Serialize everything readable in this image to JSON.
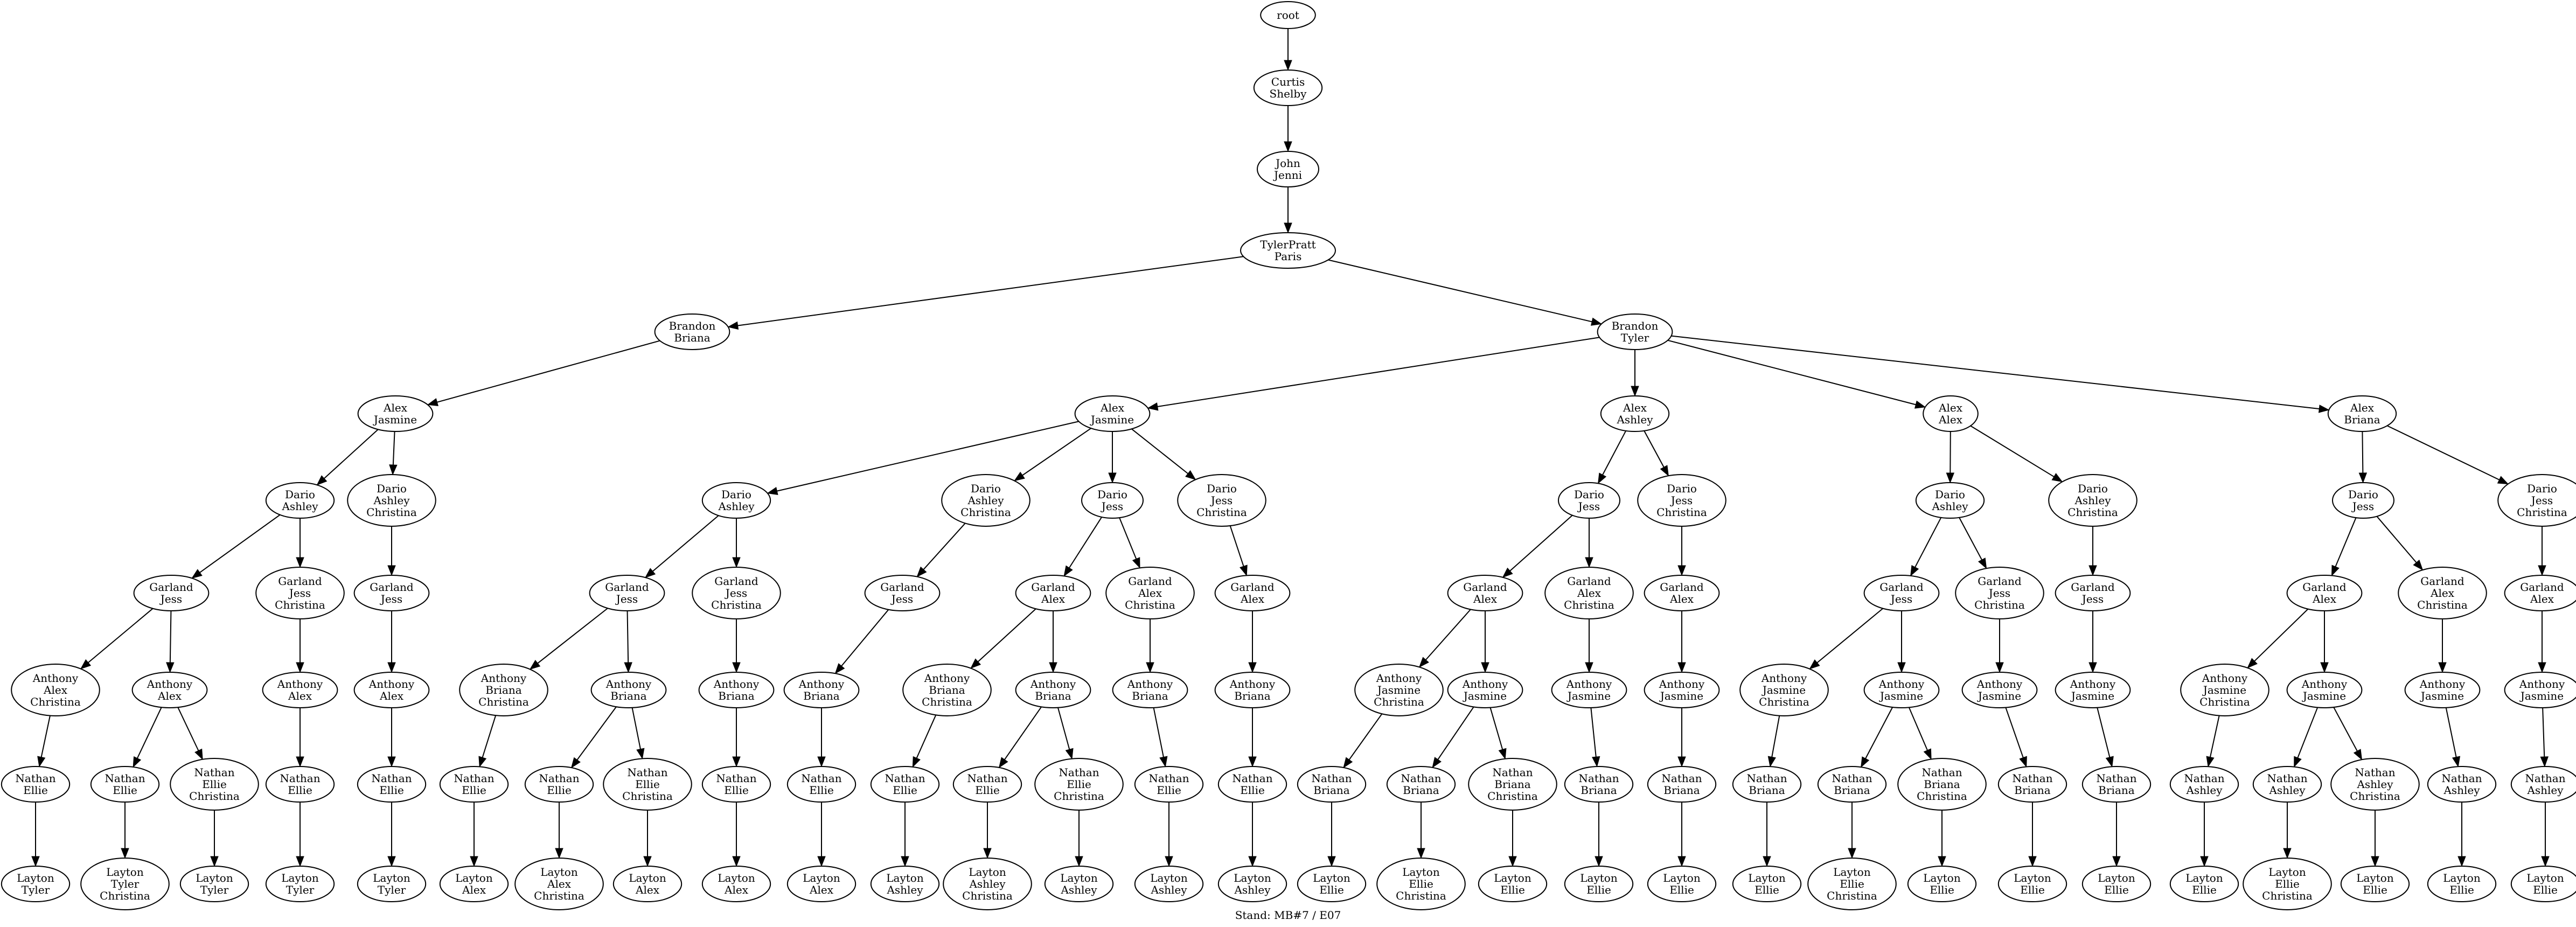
{
  "caption": "Stand: MB#7 / E07",
  "nodes": [
    {
      "id": "n0",
      "lines": [
        "root"
      ]
    },
    {
      "id": "n1",
      "lines": [
        "Curtis",
        "Shelby"
      ]
    },
    {
      "id": "n2",
      "lines": [
        "John",
        "Jenni"
      ]
    },
    {
      "id": "n3",
      "lines": [
        "TylerPratt",
        "Paris"
      ]
    },
    {
      "id": "n4",
      "lines": [
        "Brandon",
        "Briana"
      ]
    },
    {
      "id": "n5",
      "lines": [
        "Brandon",
        "Tyler"
      ]
    },
    {
      "id": "n6",
      "lines": [
        "Alex",
        "Jasmine"
      ]
    },
    {
      "id": "n7",
      "lines": [
        "Alex",
        "Jasmine"
      ]
    },
    {
      "id": "n8",
      "lines": [
        "Alex",
        "Ashley"
      ]
    },
    {
      "id": "n9",
      "lines": [
        "Alex",
        "Alex"
      ]
    },
    {
      "id": "n10",
      "lines": [
        "Alex",
        "Briana"
      ]
    },
    {
      "id": "n11",
      "lines": [
        "Dario",
        "Ashley"
      ]
    },
    {
      "id": "n12",
      "lines": [
        "Dario",
        "Ashley",
        "Christina"
      ]
    },
    {
      "id": "n13",
      "lines": [
        "Dario",
        "Ashley"
      ]
    },
    {
      "id": "n14",
      "lines": [
        "Dario",
        "Ashley",
        "Christina"
      ]
    },
    {
      "id": "n15",
      "lines": [
        "Dario",
        "Jess"
      ]
    },
    {
      "id": "n16",
      "lines": [
        "Dario",
        "Jess",
        "Christina"
      ]
    },
    {
      "id": "n17",
      "lines": [
        "Dario",
        "Jess"
      ]
    },
    {
      "id": "n18",
      "lines": [
        "Dario",
        "Jess",
        "Christina"
      ]
    },
    {
      "id": "n19",
      "lines": [
        "Dario",
        "Ashley"
      ]
    },
    {
      "id": "n20",
      "lines": [
        "Dario",
        "Ashley",
        "Christina"
      ]
    },
    {
      "id": "n21",
      "lines": [
        "Dario",
        "Jess"
      ]
    },
    {
      "id": "n22",
      "lines": [
        "Dario",
        "Jess",
        "Christina"
      ]
    },
    {
      "id": "n23",
      "lines": [
        "Garland",
        "Jess"
      ]
    },
    {
      "id": "n24",
      "lines": [
        "Garland",
        "Jess",
        "Christina"
      ]
    },
    {
      "id": "n25",
      "lines": [
        "Garland",
        "Jess"
      ]
    },
    {
      "id": "n26",
      "lines": [
        "Garland",
        "Jess"
      ]
    },
    {
      "id": "n27",
      "lines": [
        "Garland",
        "Jess",
        "Christina"
      ]
    },
    {
      "id": "n28",
      "lines": [
        "Garland",
        "Jess"
      ]
    },
    {
      "id": "n29",
      "lines": [
        "Garland",
        "Alex"
      ]
    },
    {
      "id": "n30",
      "lines": [
        "Garland",
        "Alex",
        "Christina"
      ]
    },
    {
      "id": "n31",
      "lines": [
        "Garland",
        "Alex"
      ]
    },
    {
      "id": "n32",
      "lines": [
        "Garland",
        "Alex"
      ]
    },
    {
      "id": "n33",
      "lines": [
        "Garland",
        "Alex",
        "Christina"
      ]
    },
    {
      "id": "n34",
      "lines": [
        "Garland",
        "Alex"
      ]
    },
    {
      "id": "n35",
      "lines": [
        "Garland",
        "Jess"
      ]
    },
    {
      "id": "n36",
      "lines": [
        "Garland",
        "Jess",
        "Christina"
      ]
    },
    {
      "id": "n37",
      "lines": [
        "Garland",
        "Jess"
      ]
    },
    {
      "id": "n38",
      "lines": [
        "Garland",
        "Alex"
      ]
    },
    {
      "id": "n39",
      "lines": [
        "Garland",
        "Alex",
        "Christina"
      ]
    },
    {
      "id": "n40",
      "lines": [
        "Garland",
        "Alex"
      ]
    },
    {
      "id": "n41",
      "lines": [
        "Anthony",
        "Alex",
        "Christina"
      ]
    },
    {
      "id": "n42",
      "lines": [
        "Anthony",
        "Alex"
      ]
    },
    {
      "id": "n43",
      "lines": [
        "Anthony",
        "Alex"
      ]
    },
    {
      "id": "n44",
      "lines": [
        "Anthony",
        "Alex"
      ]
    },
    {
      "id": "n45",
      "lines": [
        "Anthony",
        "Briana",
        "Christina"
      ]
    },
    {
      "id": "n46",
      "lines": [
        "Anthony",
        "Briana"
      ]
    },
    {
      "id": "n47",
      "lines": [
        "Anthony",
        "Briana"
      ]
    },
    {
      "id": "n48",
      "lines": [
        "Anthony",
        "Briana"
      ]
    },
    {
      "id": "n49",
      "lines": [
        "Anthony",
        "Briana",
        "Christina"
      ]
    },
    {
      "id": "n50",
      "lines": [
        "Anthony",
        "Briana"
      ]
    },
    {
      "id": "n51",
      "lines": [
        "Anthony",
        "Briana"
      ]
    },
    {
      "id": "n52",
      "lines": [
        "Anthony",
        "Briana"
      ]
    },
    {
      "id": "n53",
      "lines": [
        "Anthony",
        "Jasmine",
        "Christina"
      ]
    },
    {
      "id": "n54",
      "lines": [
        "Anthony",
        "Jasmine"
      ]
    },
    {
      "id": "n55",
      "lines": [
        "Anthony",
        "Jasmine"
      ]
    },
    {
      "id": "n56",
      "lines": [
        "Anthony",
        "Jasmine"
      ]
    },
    {
      "id": "n57",
      "lines": [
        "Anthony",
        "Jasmine",
        "Christina"
      ]
    },
    {
      "id": "n58",
      "lines": [
        "Anthony",
        "Jasmine"
      ]
    },
    {
      "id": "n59",
      "lines": [
        "Anthony",
        "Jasmine"
      ]
    },
    {
      "id": "n60",
      "lines": [
        "Anthony",
        "Jasmine"
      ]
    },
    {
      "id": "n61",
      "lines": [
        "Anthony",
        "Jasmine",
        "Christina"
      ]
    },
    {
      "id": "n62",
      "lines": [
        "Anthony",
        "Jasmine"
      ]
    },
    {
      "id": "n63",
      "lines": [
        "Anthony",
        "Jasmine"
      ]
    },
    {
      "id": "n64",
      "lines": [
        "Anthony",
        "Jasmine"
      ]
    },
    {
      "id": "n65",
      "lines": [
        "Nathan",
        "Ellie"
      ]
    },
    {
      "id": "n66",
      "lines": [
        "Nathan",
        "Ellie"
      ]
    },
    {
      "id": "n67",
      "lines": [
        "Nathan",
        "Ellie",
        "Christina"
      ]
    },
    {
      "id": "n68",
      "lines": [
        "Nathan",
        "Ellie"
      ]
    },
    {
      "id": "n69",
      "lines": [
        "Nathan",
        "Ellie"
      ]
    },
    {
      "id": "n70",
      "lines": [
        "Nathan",
        "Ellie"
      ]
    },
    {
      "id": "n71",
      "lines": [
        "Nathan",
        "Ellie"
      ]
    },
    {
      "id": "n72",
      "lines": [
        "Nathan",
        "Ellie",
        "Christina"
      ]
    },
    {
      "id": "n73",
      "lines": [
        "Nathan",
        "Ellie"
      ]
    },
    {
      "id": "n74",
      "lines": [
        "Nathan",
        "Ellie"
      ]
    },
    {
      "id": "n75",
      "lines": [
        "Nathan",
        "Ellie"
      ]
    },
    {
      "id": "n76",
      "lines": [
        "Nathan",
        "Ellie"
      ]
    },
    {
      "id": "n77",
      "lines": [
        "Nathan",
        "Ellie",
        "Christina"
      ]
    },
    {
      "id": "n78",
      "lines": [
        "Nathan",
        "Ellie"
      ]
    },
    {
      "id": "n79",
      "lines": [
        "Nathan",
        "Ellie"
      ]
    },
    {
      "id": "n80",
      "lines": [
        "Nathan",
        "Briana"
      ]
    },
    {
      "id": "n81",
      "lines": [
        "Nathan",
        "Briana"
      ]
    },
    {
      "id": "n82",
      "lines": [
        "Nathan",
        "Briana",
        "Christina"
      ]
    },
    {
      "id": "n83",
      "lines": [
        "Nathan",
        "Briana"
      ]
    },
    {
      "id": "n84",
      "lines": [
        "Nathan",
        "Briana"
      ]
    },
    {
      "id": "n85",
      "lines": [
        "Nathan",
        "Briana"
      ]
    },
    {
      "id": "n86",
      "lines": [
        "Nathan",
        "Briana"
      ]
    },
    {
      "id": "n87",
      "lines": [
        "Nathan",
        "Briana",
        "Christina"
      ]
    },
    {
      "id": "n88",
      "lines": [
        "Nathan",
        "Briana"
      ]
    },
    {
      "id": "n89",
      "lines": [
        "Nathan",
        "Briana"
      ]
    },
    {
      "id": "n90",
      "lines": [
        "Nathan",
        "Ashley"
      ]
    },
    {
      "id": "n91",
      "lines": [
        "Nathan",
        "Ashley"
      ]
    },
    {
      "id": "n92",
      "lines": [
        "Nathan",
        "Ashley",
        "Christina"
      ]
    },
    {
      "id": "n93",
      "lines": [
        "Nathan",
        "Ashley"
      ]
    },
    {
      "id": "n94",
      "lines": [
        "Nathan",
        "Ashley"
      ]
    },
    {
      "id": "n95",
      "lines": [
        "Layton",
        "Tyler"
      ]
    },
    {
      "id": "n96",
      "lines": [
        "Layton",
        "Tyler",
        "Christina"
      ]
    },
    {
      "id": "n97",
      "lines": [
        "Layton",
        "Tyler"
      ]
    },
    {
      "id": "n98",
      "lines": [
        "Layton",
        "Tyler"
      ]
    },
    {
      "id": "n99",
      "lines": [
        "Layton",
        "Tyler"
      ]
    },
    {
      "id": "n100",
      "lines": [
        "Layton",
        "Alex"
      ]
    },
    {
      "id": "n101",
      "lines": [
        "Layton",
        "Alex",
        "Christina"
      ]
    },
    {
      "id": "n102",
      "lines": [
        "Layton",
        "Alex"
      ]
    },
    {
      "id": "n103",
      "lines": [
        "Layton",
        "Alex"
      ]
    },
    {
      "id": "n104",
      "lines": [
        "Layton",
        "Alex"
      ]
    },
    {
      "id": "n105",
      "lines": [
        "Layton",
        "Ashley"
      ]
    },
    {
      "id": "n106",
      "lines": [
        "Layton",
        "Ashley",
        "Christina"
      ]
    },
    {
      "id": "n107",
      "lines": [
        "Layton",
        "Ashley"
      ]
    },
    {
      "id": "n108",
      "lines": [
        "Layton",
        "Ashley"
      ]
    },
    {
      "id": "n109",
      "lines": [
        "Layton",
        "Ashley"
      ]
    },
    {
      "id": "n110",
      "lines": [
        "Layton",
        "Ellie"
      ]
    },
    {
      "id": "n111",
      "lines": [
        "Layton",
        "Ellie",
        "Christina"
      ]
    },
    {
      "id": "n112",
      "lines": [
        "Layton",
        "Ellie"
      ]
    },
    {
      "id": "n113",
      "lines": [
        "Layton",
        "Ellie"
      ]
    },
    {
      "id": "n114",
      "lines": [
        "Layton",
        "Ellie"
      ]
    },
    {
      "id": "n115",
      "lines": [
        "Layton",
        "Ellie"
      ]
    },
    {
      "id": "n116",
      "lines": [
        "Layton",
        "Ellie",
        "Christina"
      ]
    },
    {
      "id": "n117",
      "lines": [
        "Layton",
        "Ellie"
      ]
    },
    {
      "id": "n118",
      "lines": [
        "Layton",
        "Ellie"
      ]
    },
    {
      "id": "n119",
      "lines": [
        "Layton",
        "Ellie"
      ]
    },
    {
      "id": "n120",
      "lines": [
        "Layton",
        "Ellie"
      ]
    },
    {
      "id": "n121",
      "lines": [
        "Layton",
        "Ellie",
        "Christina"
      ]
    },
    {
      "id": "n122",
      "lines": [
        "Layton",
        "Ellie"
      ]
    },
    {
      "id": "n123",
      "lines": [
        "Layton",
        "Ellie"
      ]
    },
    {
      "id": "n124",
      "lines": [
        "Layton",
        "Ellie"
      ]
    }
  ],
  "edges": [
    [
      "n0",
      "n1"
    ],
    [
      "n1",
      "n2"
    ],
    [
      "n2",
      "n3"
    ],
    [
      "n3",
      "n4"
    ],
    [
      "n3",
      "n5"
    ],
    [
      "n4",
      "n6"
    ],
    [
      "n5",
      "n7"
    ],
    [
      "n5",
      "n8"
    ],
    [
      "n5",
      "n9"
    ],
    [
      "n5",
      "n10"
    ],
    [
      "n6",
      "n11"
    ],
    [
      "n6",
      "n12"
    ],
    [
      "n7",
      "n13"
    ],
    [
      "n7",
      "n14"
    ],
    [
      "n7",
      "n15"
    ],
    [
      "n7",
      "n16"
    ],
    [
      "n8",
      "n17"
    ],
    [
      "n8",
      "n18"
    ],
    [
      "n9",
      "n19"
    ],
    [
      "n9",
      "n20"
    ],
    [
      "n10",
      "n21"
    ],
    [
      "n10",
      "n22"
    ],
    [
      "n11",
      "n23"
    ],
    [
      "n11",
      "n24"
    ],
    [
      "n12",
      "n25"
    ],
    [
      "n13",
      "n26"
    ],
    [
      "n13",
      "n27"
    ],
    [
      "n14",
      "n28"
    ],
    [
      "n15",
      "n29"
    ],
    [
      "n15",
      "n30"
    ],
    [
      "n16",
      "n31"
    ],
    [
      "n17",
      "n32"
    ],
    [
      "n17",
      "n33"
    ],
    [
      "n18",
      "n34"
    ],
    [
      "n19",
      "n35"
    ],
    [
      "n19",
      "n36"
    ],
    [
      "n20",
      "n37"
    ],
    [
      "n21",
      "n38"
    ],
    [
      "n21",
      "n39"
    ],
    [
      "n22",
      "n40"
    ],
    [
      "n23",
      "n41"
    ],
    [
      "n23",
      "n42"
    ],
    [
      "n24",
      "n43"
    ],
    [
      "n25",
      "n44"
    ],
    [
      "n26",
      "n45"
    ],
    [
      "n26",
      "n46"
    ],
    [
      "n27",
      "n47"
    ],
    [
      "n28",
      "n48"
    ],
    [
      "n29",
      "n49"
    ],
    [
      "n29",
      "n50"
    ],
    [
      "n30",
      "n51"
    ],
    [
      "n31",
      "n52"
    ],
    [
      "n32",
      "n53"
    ],
    [
      "n32",
      "n54"
    ],
    [
      "n33",
      "n55"
    ],
    [
      "n34",
      "n56"
    ],
    [
      "n35",
      "n57"
    ],
    [
      "n35",
      "n58"
    ],
    [
      "n36",
      "n59"
    ],
    [
      "n37",
      "n60"
    ],
    [
      "n38",
      "n61"
    ],
    [
      "n38",
      "n62"
    ],
    [
      "n39",
      "n63"
    ],
    [
      "n40",
      "n64"
    ],
    [
      "n41",
      "n65"
    ],
    [
      "n42",
      "n66"
    ],
    [
      "n42",
      "n67"
    ],
    [
      "n43",
      "n68"
    ],
    [
      "n44",
      "n69"
    ],
    [
      "n45",
      "n70"
    ],
    [
      "n46",
      "n71"
    ],
    [
      "n46",
      "n72"
    ],
    [
      "n47",
      "n73"
    ],
    [
      "n48",
      "n74"
    ],
    [
      "n49",
      "n75"
    ],
    [
      "n50",
      "n76"
    ],
    [
      "n50",
      "n77"
    ],
    [
      "n51",
      "n78"
    ],
    [
      "n52",
      "n79"
    ],
    [
      "n53",
      "n80"
    ],
    [
      "n54",
      "n81"
    ],
    [
      "n54",
      "n82"
    ],
    [
      "n55",
      "n83"
    ],
    [
      "n56",
      "n84"
    ],
    [
      "n57",
      "n85"
    ],
    [
      "n58",
      "n86"
    ],
    [
      "n58",
      "n87"
    ],
    [
      "n59",
      "n88"
    ],
    [
      "n60",
      "n89"
    ],
    [
      "n61",
      "n90"
    ],
    [
      "n62",
      "n91"
    ],
    [
      "n62",
      "n92"
    ],
    [
      "n63",
      "n93"
    ],
    [
      "n64",
      "n94"
    ],
    [
      "n65",
      "n95"
    ],
    [
      "n66",
      "n96"
    ],
    [
      "n67",
      "n97"
    ],
    [
      "n68",
      "n98"
    ],
    [
      "n69",
      "n99"
    ],
    [
      "n70",
      "n100"
    ],
    [
      "n71",
      "n101"
    ],
    [
      "n72",
      "n102"
    ],
    [
      "n73",
      "n103"
    ],
    [
      "n74",
      "n104"
    ],
    [
      "n75",
      "n105"
    ],
    [
      "n76",
      "n106"
    ],
    [
      "n77",
      "n107"
    ],
    [
      "n78",
      "n108"
    ],
    [
      "n79",
      "n109"
    ],
    [
      "n80",
      "n110"
    ],
    [
      "n81",
      "n111"
    ],
    [
      "n82",
      "n112"
    ],
    [
      "n83",
      "n113"
    ],
    [
      "n84",
      "n114"
    ],
    [
      "n85",
      "n115"
    ],
    [
      "n86",
      "n116"
    ],
    [
      "n87",
      "n117"
    ],
    [
      "n88",
      "n118"
    ],
    [
      "n89",
      "n119"
    ],
    [
      "n90",
      "n120"
    ],
    [
      "n91",
      "n121"
    ],
    [
      "n92",
      "n122"
    ],
    [
      "n93",
      "n123"
    ],
    [
      "n94",
      "n124"
    ]
  ]
}
